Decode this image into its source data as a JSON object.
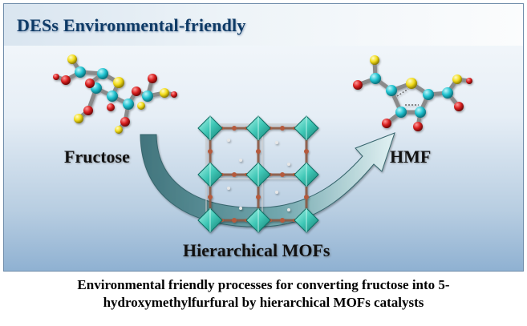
{
  "banner": {
    "title": "DESs Environmental-friendly"
  },
  "labels": {
    "reactant": "Fructose",
    "product": "HMF",
    "catalyst": "Hierarchical MOFs"
  },
  "caption": {
    "line1": "Environmental  friendly  processes  for  converting  fructose  into  5-",
    "line2": "hydroxymethylfurfural  by  hierarchical  MOFs  catalysts"
  },
  "colors": {
    "carbon": "#1fc2cf",
    "oxygen": "#d81f1f",
    "hydrogen": "#f2dc19",
    "mof_node": "#3fc7b6",
    "arrow": "#4f8f95"
  },
  "icons": [
    "fructose-molecule-icon",
    "hmf-molecule-icon",
    "mof-framework-icon",
    "reaction-arrow-icon"
  ]
}
